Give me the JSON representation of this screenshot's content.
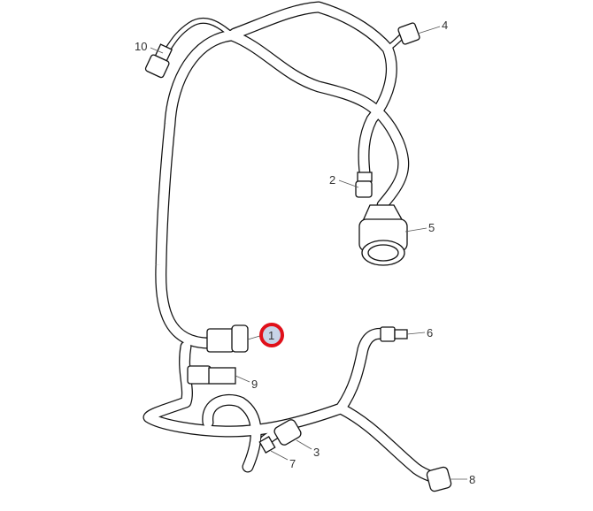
{
  "diagram": {
    "title": "Wiring harness",
    "callouts": [
      {
        "id": "1",
        "label": "1",
        "highlighted": true
      },
      {
        "id": "2",
        "label": "2"
      },
      {
        "id": "3",
        "label": "3"
      },
      {
        "id": "4",
        "label": "4"
      },
      {
        "id": "5",
        "label": "5"
      },
      {
        "id": "6",
        "label": "6"
      },
      {
        "id": "7",
        "label": "7"
      },
      {
        "id": "8",
        "label": "8"
      },
      {
        "id": "9",
        "label": "9"
      },
      {
        "id": "10",
        "label": "10"
      }
    ],
    "colors": {
      "highlight_ring": "#e0101a",
      "highlight_fill": "#c8d4e8",
      "line": "#111111"
    }
  }
}
